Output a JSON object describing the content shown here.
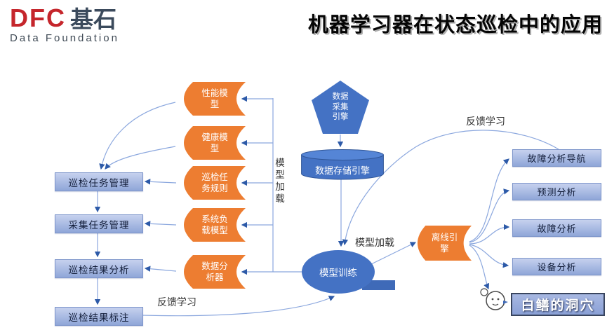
{
  "header": {
    "logo": {
      "dfc": "DFC",
      "cn": "基石",
      "subtitle": "Data Foundation"
    },
    "title": "机器学习器在状态巡检中的应用"
  },
  "diagram": {
    "models": [
      {
        "label": "性能模型"
      },
      {
        "label": "健康模型"
      },
      {
        "label": "巡检任务规则"
      },
      {
        "label": "系统负载模型"
      },
      {
        "label": "数据分析器"
      }
    ],
    "pentagon": {
      "label": "数据采集引擎"
    },
    "storage": {
      "label": "数据存储引擎"
    },
    "training": {
      "label": "模型训练"
    },
    "offline": {
      "label": "离线引擎"
    },
    "left_boxes": [
      {
        "label": "巡检任务管理"
      },
      {
        "label": "采集任务管理"
      },
      {
        "label": "巡检结果分析"
      },
      {
        "label": "巡检结果标注"
      }
    ],
    "right_boxes": [
      {
        "label": "故障分析导航"
      },
      {
        "label": "预测分析"
      },
      {
        "label": "故障分析"
      },
      {
        "label": "设备分析"
      }
    ],
    "labels": {
      "model_load_vertical": "模型加载",
      "feedback_top": "反馈学习",
      "model_load_mid": "模型加载",
      "feedback_bottom": "反馈学习"
    },
    "colors": {
      "orange": "#ED7D31",
      "blue": "#4472C4",
      "light_box_top": "#C6D1EE",
      "light_box_bottom": "#8FA6D8",
      "connector": "#8BA7DE",
      "arrow": "#2D5AA8",
      "logo_red": "#C5262C",
      "logo_navy": "#3B4A5C"
    }
  },
  "watermark": {
    "text": "白鳝的洞穴"
  }
}
